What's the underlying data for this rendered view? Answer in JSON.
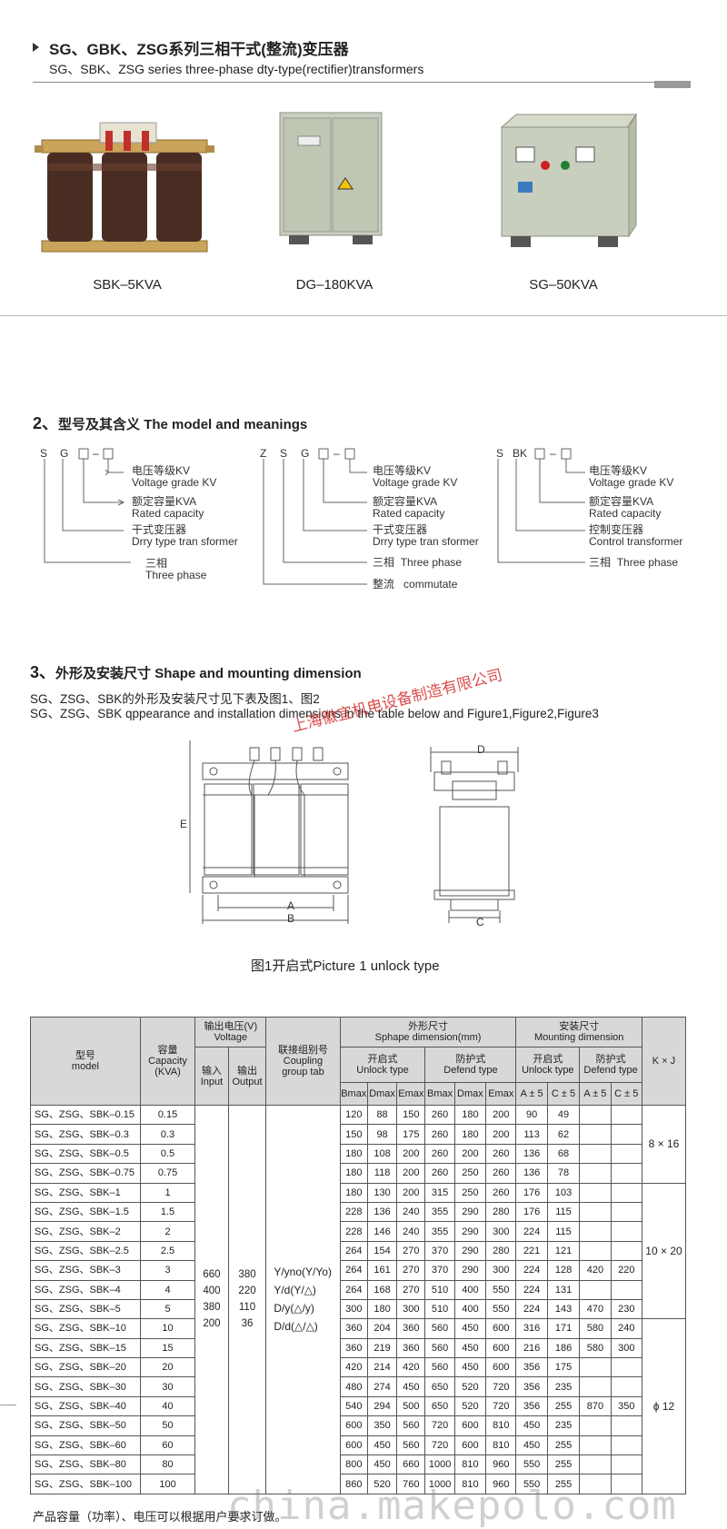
{
  "header": {
    "title_cn": "SG、GBK、ZSG系列三相干式(整流)变压器",
    "title_en": "SG、SBK、ZSG series three-phase dty-type(rectifier)transformers"
  },
  "products": [
    {
      "caption": "SBK–5KVA"
    },
    {
      "caption": "DG–180KVA"
    },
    {
      "caption": "SG–50KVA"
    }
  ],
  "section2": {
    "num": "2、",
    "title_cn": "型号及其含义",
    "title_en": "The model and meanings",
    "model1": {
      "letters": [
        "S",
        "G",
        "–"
      ],
      "labels": [
        {
          "cn": "电压等级KV",
          "en": "Voltage grade KV"
        },
        {
          "cn": "额定容量KVA",
          "en": "Rated capacity"
        },
        {
          "cn": "干式变压器",
          "en": "Drry type tran sformer"
        },
        {
          "cn": "三相",
          "en": "Three phase"
        }
      ]
    },
    "model2": {
      "letters": [
        "Z",
        "S",
        "G",
        "–"
      ],
      "labels": [
        {
          "cn": "电压等级KV",
          "en": "Voltage grade KV"
        },
        {
          "cn": "额定容量KVA",
          "en": "Rated capacity"
        },
        {
          "cn": "干式变压器",
          "en": "Drry type tran sformer"
        },
        {
          "cn": "三相",
          "en": "Three phase"
        },
        {
          "cn": "整流",
          "en": "commutate"
        }
      ]
    },
    "model3": {
      "letters": [
        "S",
        "BK",
        "–"
      ],
      "labels": [
        {
          "cn": "电压等级KV",
          "en": "Voltage grade KV"
        },
        {
          "cn": "额定容量KVA",
          "en": "Rated capacity"
        },
        {
          "cn": "控制变压器",
          "en": "Control transformer"
        },
        {
          "cn": "三相",
          "en": "Three phase"
        }
      ]
    }
  },
  "section3": {
    "num": "3、",
    "title_cn": "外形及安装尺寸",
    "title_en": "Shape and mounting dimension",
    "para_cn": "SG、ZSG、SBK的外形及安装尺寸见下表及图1、图2",
    "para_en": "SG、ZSG、SBK qppearance and installation dimensions in the table below and Figure1,Figure2,Figure3",
    "stamp": "上海徽宜机电设备制造有限公司",
    "figure_caption": "图1开启式Picture 1 unlock type",
    "dim_labels": {
      "A": "A",
      "B": "B",
      "C": "C",
      "D": "D",
      "E": "E"
    }
  },
  "table": {
    "headers": {
      "model": "型号\nmodel",
      "capacity": "容量\nCapacity\n(KVA)",
      "voltage": "输出电压(V)\nVoltage",
      "input": "输入\nInput",
      "output": "输出\nOutput",
      "coupling": "联接组别号\nCoupling\ngroup tab",
      "shape": "外形尺寸\nSphape dimension(mm)",
      "mount": "安装尺寸\nMounting dimension",
      "kj": "K × J",
      "unlock": "开启式\nUnlock type",
      "defend": "防护式\nDefend type",
      "unlock2": "开启式\nUnlock type",
      "defend2": "防护式\nDefend type",
      "bmax": "Bmax",
      "dmax": "Dmax",
      "emax": "Emax",
      "a5": "A ± 5",
      "c5": "C ± 5"
    },
    "input_values": "660\n400\n380\n200",
    "output_values": "380\n220\n110\n36",
    "coupling_values": "Y/yno(Y/Yo)\nY/d(Y/△)\nD/y(△/y)\nD/d(△/△)",
    "kj_groups": [
      "8 × 16",
      "10 × 20",
      "ϕ 12"
    ],
    "rows": [
      [
        "SG、ZSG、SBK–0.15",
        "0.15",
        "120",
        "88",
        "150",
        "260",
        "180",
        "200",
        "90",
        "49",
        "",
        ""
      ],
      [
        "SG、ZSG、SBK–0.3",
        "0.3",
        "150",
        "98",
        "175",
        "260",
        "180",
        "200",
        "113",
        "62",
        "",
        ""
      ],
      [
        "SG、ZSG、SBK–0.5",
        "0.5",
        "180",
        "108",
        "200",
        "260",
        "200",
        "260",
        "136",
        "68",
        "",
        ""
      ],
      [
        "SG、ZSG、SBK–0.75",
        "0.75",
        "180",
        "118",
        "200",
        "260",
        "250",
        "260",
        "136",
        "78",
        "",
        ""
      ],
      [
        "SG、ZSG、SBK–1",
        "1",
        "180",
        "130",
        "200",
        "315",
        "250",
        "260",
        "176",
        "103",
        "",
        ""
      ],
      [
        "SG、ZSG、SBK–1.5",
        "1.5",
        "228",
        "136",
        "240",
        "355",
        "290",
        "280",
        "176",
        "115",
        "",
        ""
      ],
      [
        "SG、ZSG、SBK–2",
        "2",
        "228",
        "146",
        "240",
        "355",
        "290",
        "300",
        "224",
        "115",
        "",
        ""
      ],
      [
        "SG、ZSG、SBK–2.5",
        "2.5",
        "264",
        "154",
        "270",
        "370",
        "290",
        "280",
        "221",
        "121",
        "",
        ""
      ],
      [
        "SG、ZSG、SBK–3",
        "3",
        "264",
        "161",
        "270",
        "370",
        "290",
        "300",
        "224",
        "128",
        "420",
        "220"
      ],
      [
        "SG、ZSG、SBK–4",
        "4",
        "264",
        "168",
        "270",
        "510",
        "400",
        "550",
        "224",
        "131",
        "",
        ""
      ],
      [
        "SG、ZSG、SBK–5",
        "5",
        "300",
        "180",
        "300",
        "510",
        "400",
        "550",
        "224",
        "143",
        "470",
        "230"
      ],
      [
        "SG、ZSG、SBK–10",
        "10",
        "360",
        "204",
        "360",
        "560",
        "450",
        "600",
        "316",
        "171",
        "580",
        "240"
      ],
      [
        "SG、ZSG、SBK–15",
        "15",
        "360",
        "219",
        "360",
        "560",
        "450",
        "600",
        "216",
        "186",
        "580",
        "300"
      ],
      [
        "SG、ZSG、SBK–20",
        "20",
        "420",
        "214",
        "420",
        "560",
        "450",
        "600",
        "356",
        "175",
        "",
        ""
      ],
      [
        "SG、ZSG、SBK–30",
        "30",
        "480",
        "274",
        "450",
        "650",
        "520",
        "720",
        "356",
        "235",
        "",
        ""
      ],
      [
        "SG、ZSG、SBK–40",
        "40",
        "540",
        "294",
        "500",
        "650",
        "520",
        "720",
        "356",
        "255",
        "870",
        "350"
      ],
      [
        "SG、ZSG、SBK–50",
        "50",
        "600",
        "350",
        "560",
        "720",
        "600",
        "810",
        "450",
        "235",
        "",
        ""
      ],
      [
        "SG、ZSG、SBK–60",
        "60",
        "600",
        "450",
        "560",
        "720",
        "600",
        "810",
        "450",
        "255",
        "",
        ""
      ],
      [
        "SG、ZSG、SBK–80",
        "80",
        "800",
        "450",
        "660",
        "1000",
        "810",
        "960",
        "550",
        "255",
        "",
        ""
      ],
      [
        "SG、ZSG、SBK–100",
        "100",
        "860",
        "520",
        "760",
        "1000",
        "810",
        "960",
        "550",
        "255",
        "",
        ""
      ]
    ]
  },
  "footnote": "产品容量（功率）、电压可以根据用户要求订做。",
  "watermark": "china.makepolo.com"
}
